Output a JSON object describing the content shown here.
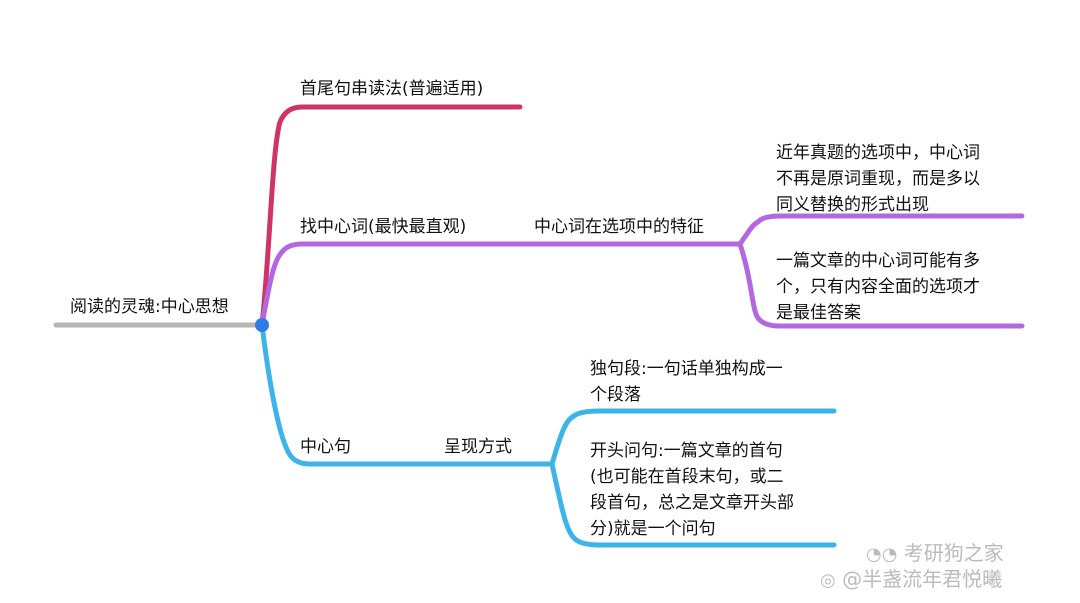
{
  "root": {
    "label": "阅读的灵魂:中心思想",
    "color": "#b5b5b5",
    "dot_color": "#2f7de1"
  },
  "branches": [
    {
      "id": "b1",
      "label": "首尾句串读法(普遍适用)",
      "color": "#cf3468"
    },
    {
      "id": "b2",
      "label": "找中心词(最快最直观)",
      "color": "#b468e0",
      "sub_label": "中心词在选项中的特征",
      "leaves": [
        "近年真题的选项中，中心词\n不再是原词重现，而是多以\n同义替换的形式出现",
        "一篇文章的中心词可能有多\n个，只有内容全面的选项才\n是最佳答案"
      ]
    },
    {
      "id": "b3",
      "label": "中心句",
      "color": "#3cb4ea",
      "sub_label": "呈现方式",
      "leaves": [
        "独句段:一句话单独构成一\n个段落",
        "开头问句:一篇文章的首句\n(也可能在首段末句，或二\n段首句，总之是文章开头部\n分)就是一个问句"
      ]
    }
  ],
  "watermark": {
    "line1": "考研狗之家",
    "line2": "@半盏流年君悦曦"
  }
}
